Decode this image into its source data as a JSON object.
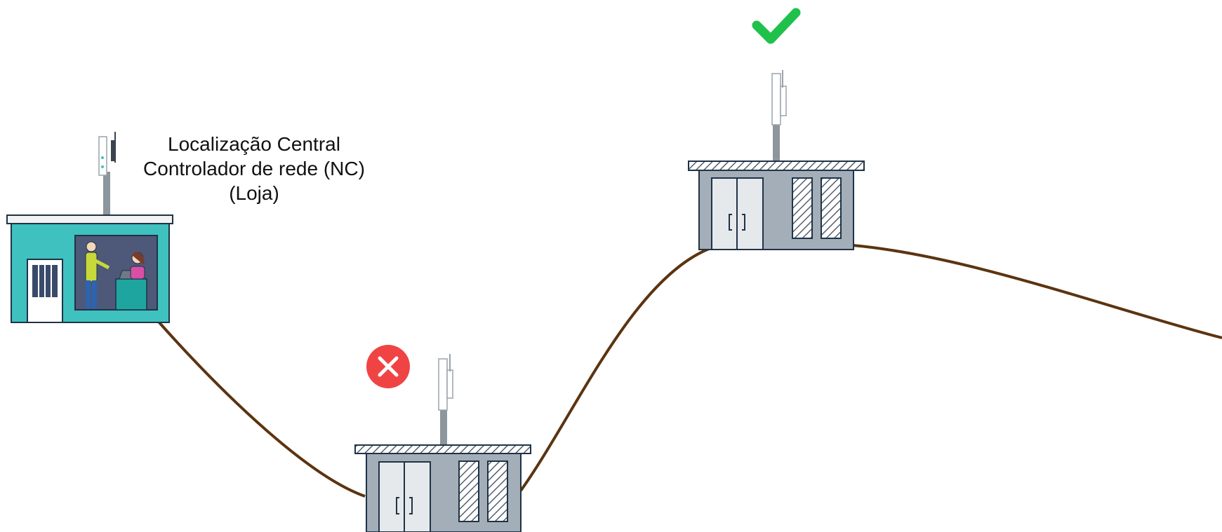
{
  "central_location": {
    "lines": [
      "Localização Central",
      "Controlador de rede (NC)",
      "(Loja)"
    ]
  },
  "status": {
    "blocked_site": "x-icon",
    "clear_site": "check-icon"
  },
  "colors": {
    "terrain_line": "#5b3410",
    "store_body": "#3fc1c0",
    "building_body": "#a3aeb9",
    "outline": "#1f3346",
    "error": "#f04444",
    "success": "#1fc14a"
  }
}
